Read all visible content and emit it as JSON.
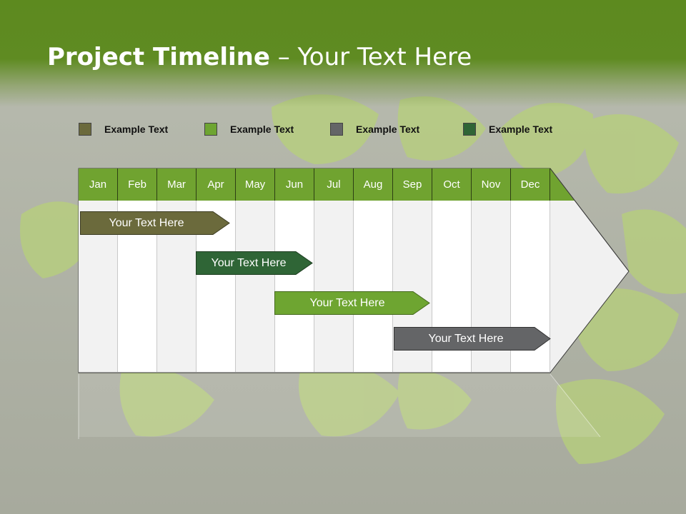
{
  "title": {
    "bold": "Project Timeline",
    "rest": " – Your Text Here"
  },
  "legend": [
    {
      "label": "Example Text",
      "color": "#6b6a3c"
    },
    {
      "label": "Example Text",
      "color": "#6ea531"
    },
    {
      "label": "Example Text",
      "color": "#646567"
    },
    {
      "label": "Example Text",
      "color": "#2f6536"
    }
  ],
  "months": [
    "Jan",
    "Feb",
    "Mar",
    "Apr",
    "May",
    "Jun",
    "Jul",
    "Aug",
    "Sep",
    "Oct",
    "Nov",
    "Dec"
  ],
  "tasks": [
    {
      "label": "Your  Text Here",
      "color": "#6b6a3c"
    },
    {
      "label": "Your  Text Here",
      "color": "#2f6536"
    },
    {
      "label": "Your  Text Here",
      "color": "#6ea531"
    },
    {
      "label": "Your  Text Here",
      "color": "#646567"
    }
  ],
  "colors": {
    "header_green": "#5f8b22",
    "month_green": "#70a330"
  }
}
